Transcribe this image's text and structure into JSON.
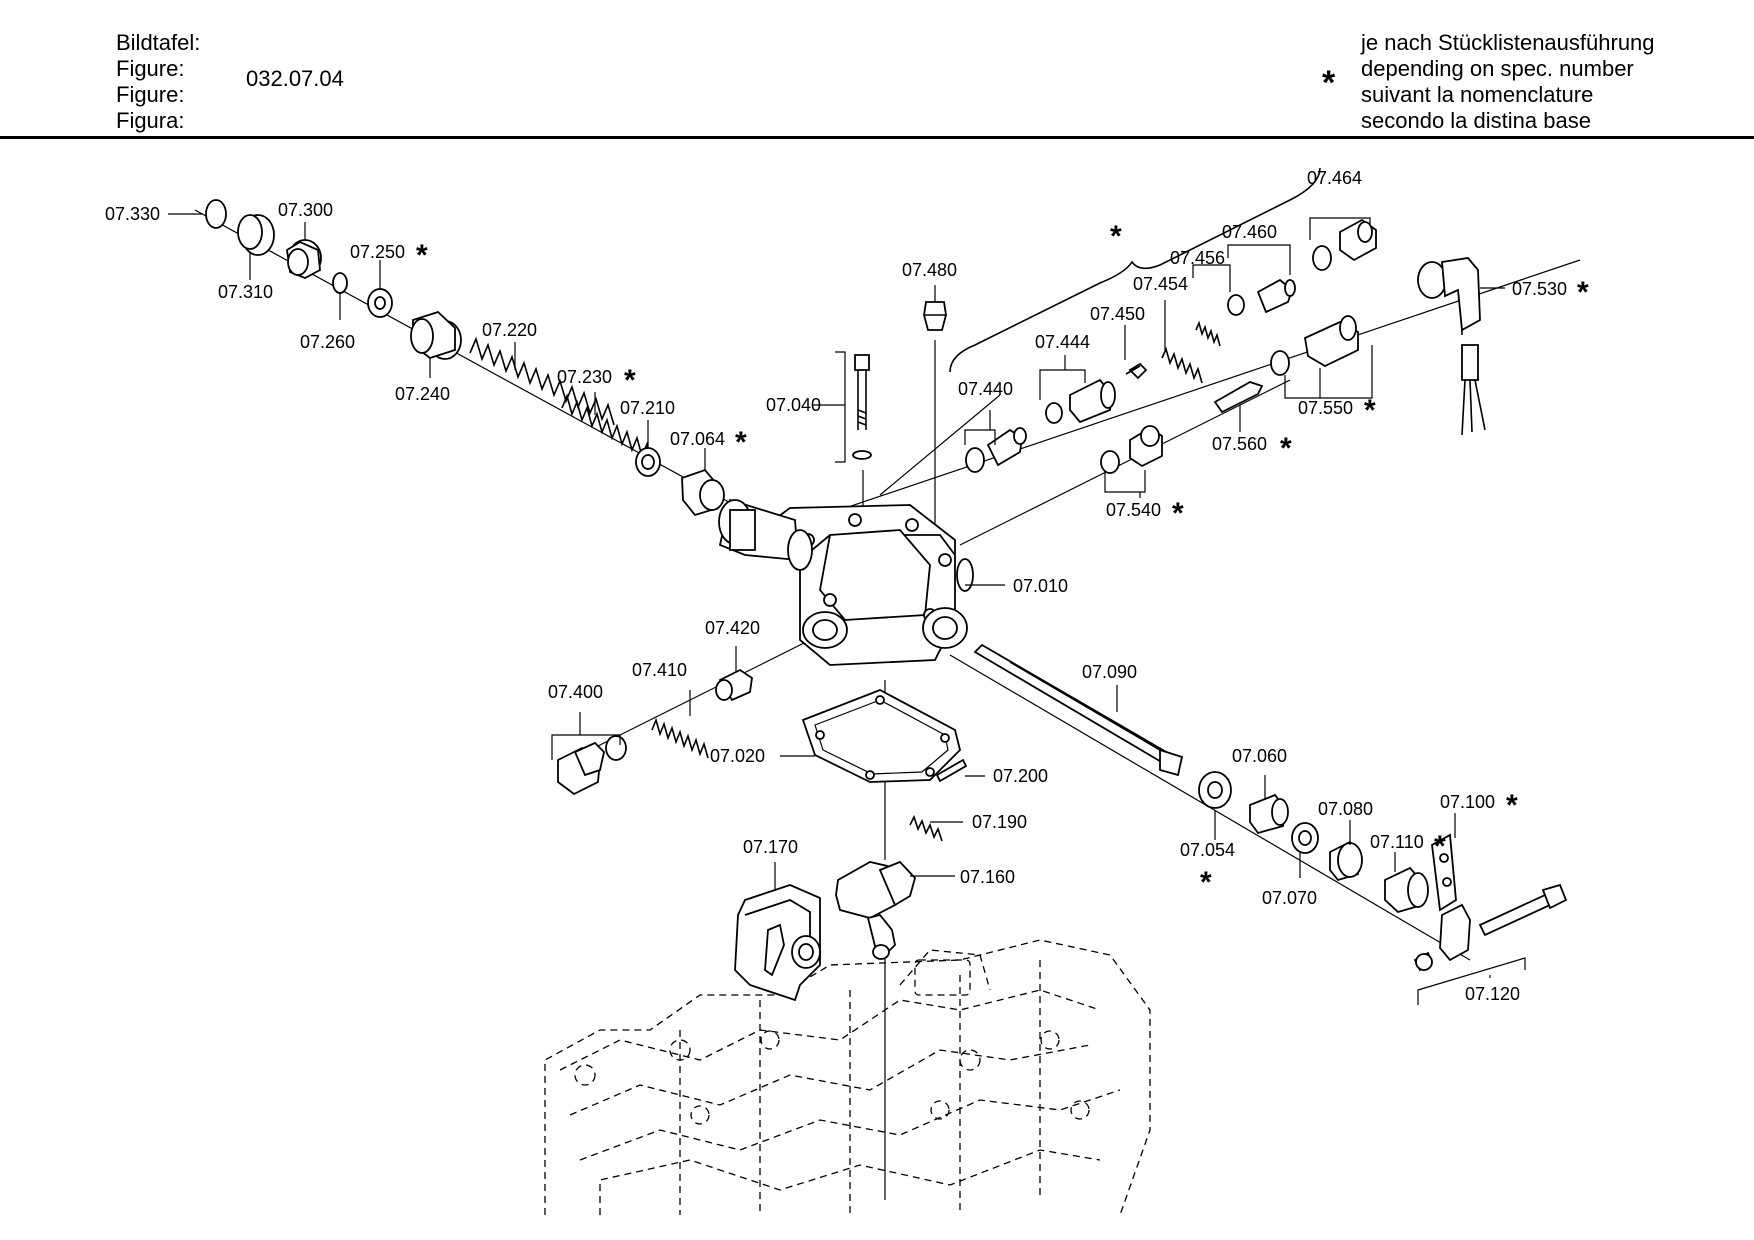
{
  "header": {
    "labels": [
      "Bildtafel:",
      "Figure:",
      "Figure:",
      "Figura:"
    ],
    "figure_number": "032.07.04",
    "footnote_symbol": "*",
    "footnote_lines": [
      "je nach Stücklistenausführung",
      "depending on spec. number",
      "suivant la nomenclature",
      "secondo la distina base"
    ]
  },
  "callouts": [
    {
      "id": "07.330",
      "star": false
    },
    {
      "id": "07.300",
      "star": false
    },
    {
      "id": "07.310",
      "star": false
    },
    {
      "id": "07.250",
      "star": true
    },
    {
      "id": "07.260",
      "star": false
    },
    {
      "id": "07.240",
      "star": false
    },
    {
      "id": "07.220",
      "star": false
    },
    {
      "id": "07.230",
      "star": true
    },
    {
      "id": "07.210",
      "star": false
    },
    {
      "id": "07.064",
      "star": true
    },
    {
      "id": "07.040",
      "star": false
    },
    {
      "id": "07.480",
      "star": false
    },
    {
      "id": "07.440",
      "star": false
    },
    {
      "id": "07.444",
      "star": false
    },
    {
      "id": "07.450",
      "star": false
    },
    {
      "id": "07.454",
      "star": false
    },
    {
      "id": "07.456",
      "star": false
    },
    {
      "id": "07.460",
      "star": false
    },
    {
      "id": "07.464",
      "star": false
    },
    {
      "id": "07.530",
      "star": true
    },
    {
      "id": "07.550",
      "star": true
    },
    {
      "id": "07.560",
      "star": true
    },
    {
      "id": "07.540",
      "star": true
    },
    {
      "id": "07.010",
      "star": false
    },
    {
      "id": "07.420",
      "star": false
    },
    {
      "id": "07.410",
      "star": false
    },
    {
      "id": "07.400",
      "star": false
    },
    {
      "id": "07.090",
      "star": false
    },
    {
      "id": "07.020",
      "star": false
    },
    {
      "id": "07.200",
      "star": false
    },
    {
      "id": "07.190",
      "star": false
    },
    {
      "id": "07.170",
      "star": false
    },
    {
      "id": "07.160",
      "star": false
    },
    {
      "id": "07.060",
      "star": false
    },
    {
      "id": "07.054",
      "star": true
    },
    {
      "id": "07.080",
      "star": false
    },
    {
      "id": "07.070",
      "star": false
    },
    {
      "id": "07.100",
      "star": true
    },
    {
      "id": "07.110",
      "star": true
    },
    {
      "id": "07.120",
      "star": false
    }
  ],
  "group_star": "*"
}
